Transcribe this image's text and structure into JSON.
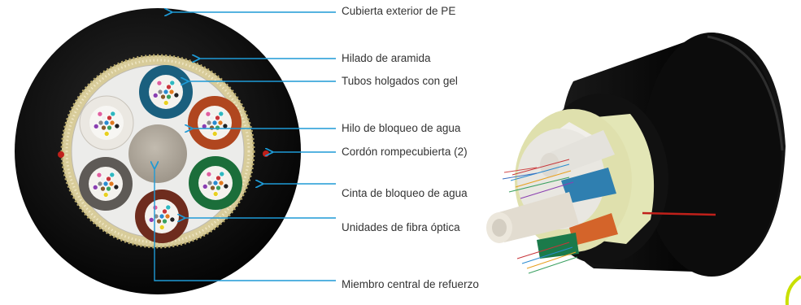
{
  "labels": {
    "pe_jacket": "Cubierta exterior de PE",
    "aramid_yarn": "Hilado de aramida",
    "gel_tubes": "Tubos holgados con gel",
    "water_block_thread": "Hilo de bloqueo de agua",
    "ripcord": "Cordón rompecubierta (2)",
    "water_block_tape": "Cinta de bloqueo de agua",
    "fiber_units": "Unidades de  fibra óptica",
    "central_member": "Miembro central de refuerzo"
  },
  "colors": {
    "jacket": "#0d0d0d",
    "aramid": "#d8cc9a",
    "tape": "#ececea",
    "central_member": "#b2aa9e",
    "leader_line": "#1e9ad6",
    "label_text": "#333333",
    "ripcord": "#c0201a",
    "tube_blue": "#1a5f7e",
    "tube_orange": "#b0461f",
    "tube_green": "#1b6e3a",
    "tube_brown": "#6e2c1e",
    "tube_gray": "#5e5a56",
    "tube_white": "#ebe8e2",
    "accent_yellow": "#c9e000"
  },
  "icons": {
    "cross_section": "fiber-cable-cross-section-icon",
    "cable_3d": "fiber-cable-3d-icon"
  }
}
